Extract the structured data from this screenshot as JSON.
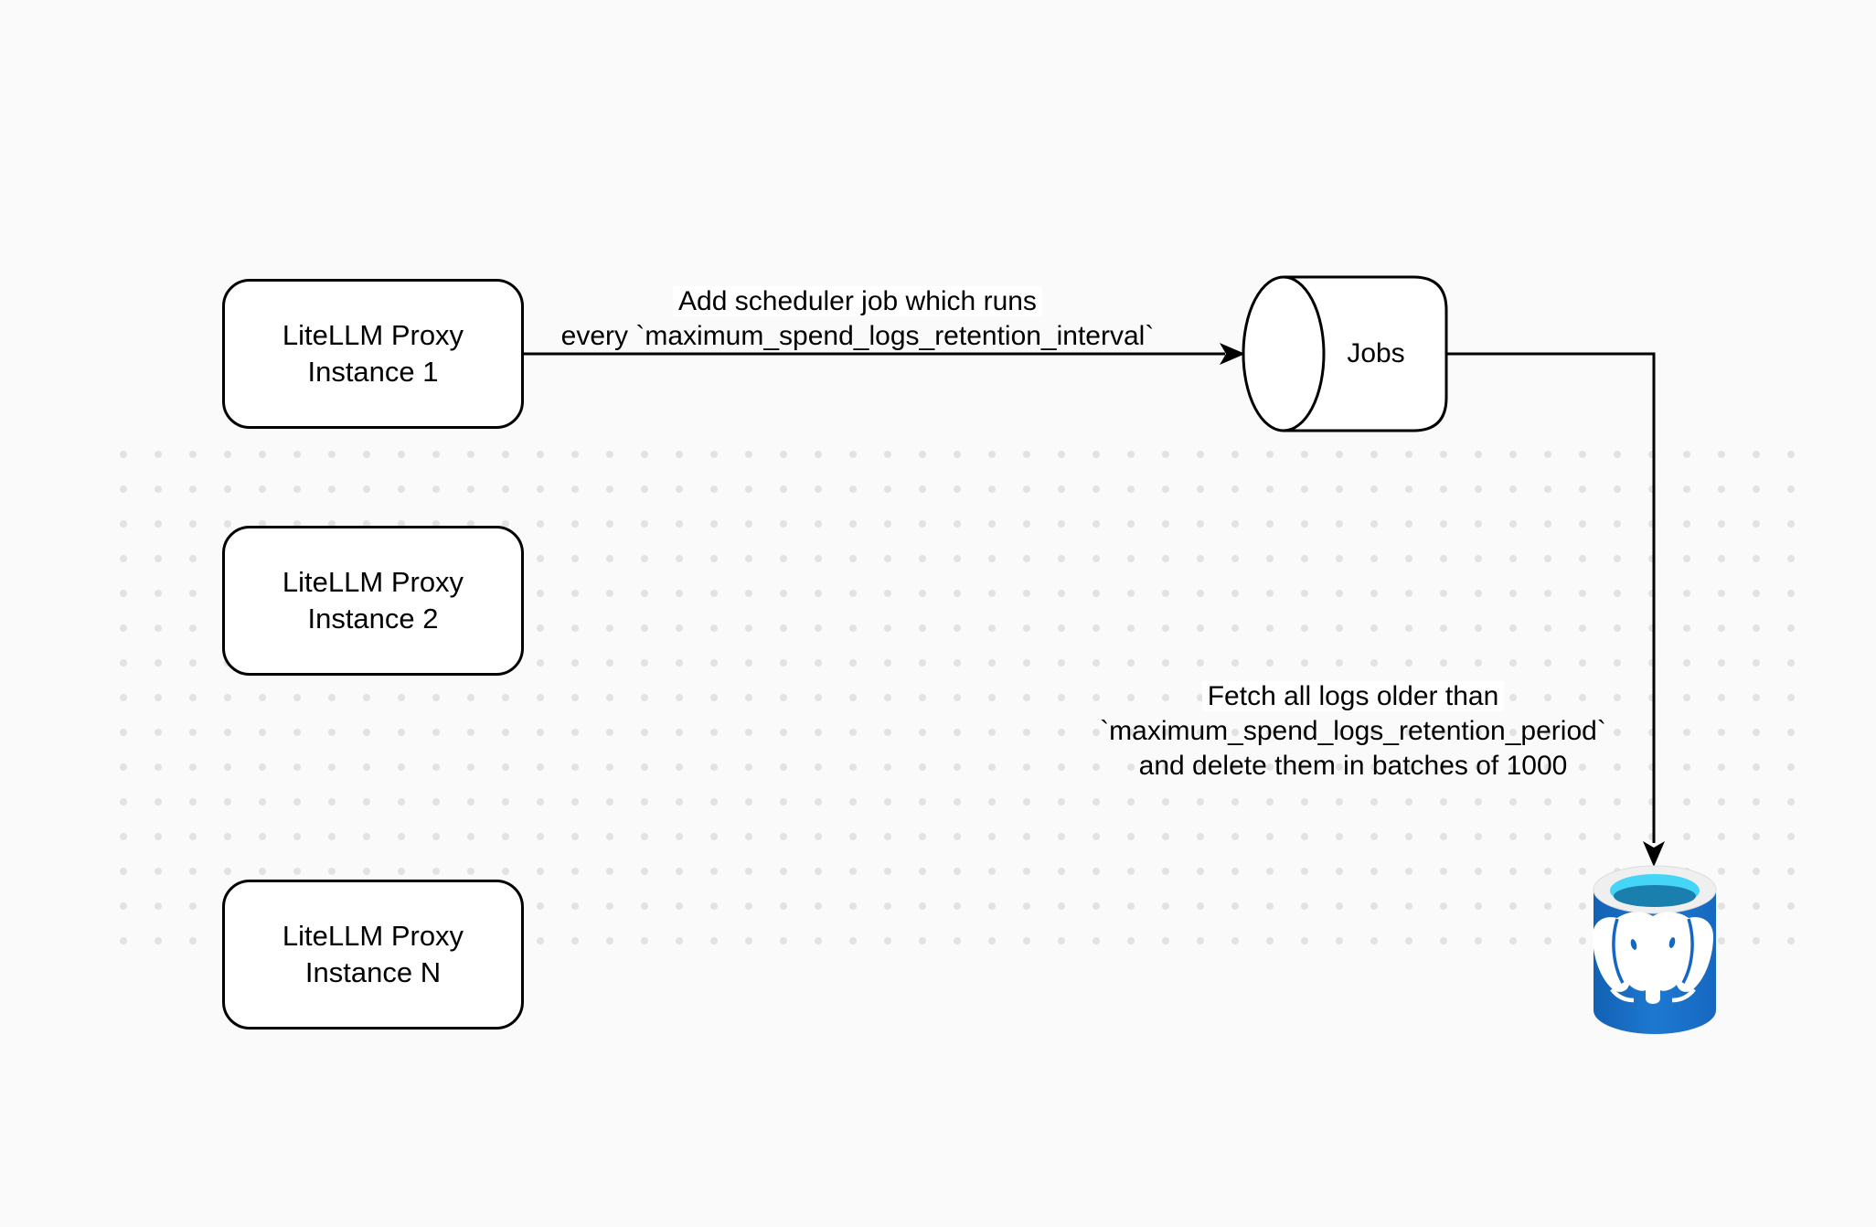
{
  "nodes": [
    {
      "line1": "LiteLLM Proxy",
      "line2": "Instance 1"
    },
    {
      "line1": "LiteLLM Proxy",
      "line2": "Instance 2"
    },
    {
      "line1": "LiteLLM Proxy",
      "line2": "Instance N"
    }
  ],
  "queue": {
    "label": "Jobs"
  },
  "edges": {
    "scheduler": {
      "line1": "Add scheduler job which runs",
      "line2": "every `maximum_spend_logs_retention_interval`"
    },
    "fetch": {
      "line1": "Fetch all logs older than",
      "line2": "`maximum_spend_logs_retention_period`",
      "line3": "and delete them in batches of 1000"
    }
  },
  "icons": {
    "database": "postgresql-database-icon"
  },
  "colors": {
    "background": "#fafafa",
    "grid_dot": "#e2e2e2",
    "stroke": "#000000",
    "node_fill": "#ffffff",
    "db_body_dark": "#1261b4",
    "db_body_light": "#1e78d0",
    "db_body_mid": "#1668c0",
    "db_rim": "#efefef",
    "db_opening_top": "#45d5f7",
    "db_opening_liquid": "#1b7fad",
    "db_elephant": "#ffffff",
    "db_detail": "#1467c4"
  }
}
